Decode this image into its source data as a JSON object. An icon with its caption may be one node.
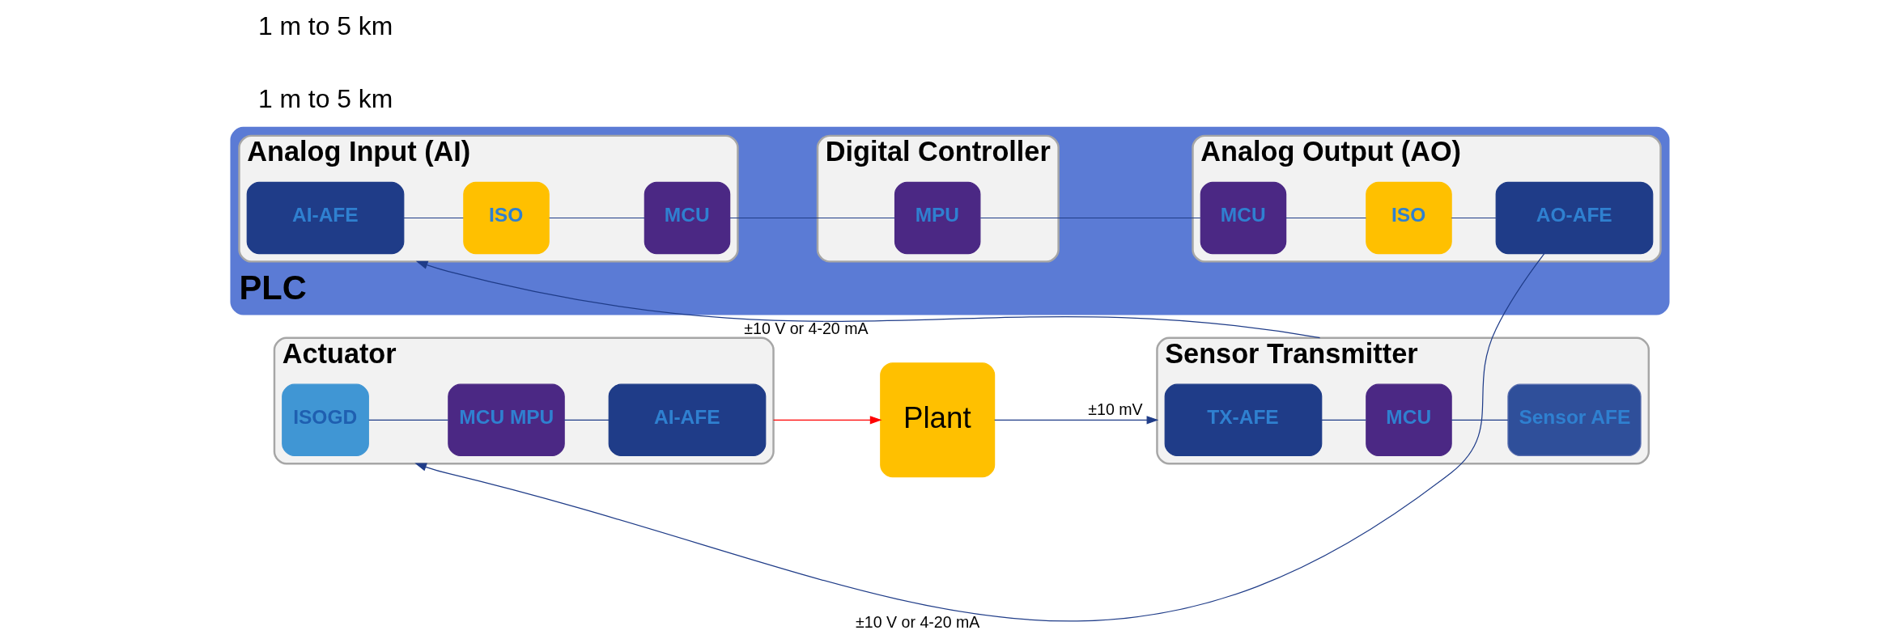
{
  "diagram": {
    "nodes": [
      {
        "text": [
          "PLC"
        ]
      },
      {
        "text": [
          "Analog Input (AI)"
        ],
        "in": 0
      },
      {
        "text": [
          "AI-AFE"
        ],
        "in": 1
      },
      {
        "text": [
          "ISO"
        ],
        "in": 1
      },
      {
        "text": [
          "MCU"
        ],
        "in": 1
      },
      {
        "text": [
          "Digital Controller"
        ],
        "in": 0
      },
      {
        "text": [
          "MPU"
        ],
        "in": 5
      },
      {
        "text": [
          "Analog Output (AO)"
        ],
        "in": 0
      },
      {
        "text": [
          "MCU"
        ],
        "in": 7
      },
      {
        "text": [
          "ISO"
        ],
        "in": 7
      },
      {
        "text": [
          "AO-AFE"
        ],
        "in": 7
      },
      {
        "text": [
          "Sensor Transmitter"
        ]
      },
      {
        "text": [
          "TX-AFE"
        ],
        "in": 11
      },
      {
        "text": [
          "MCU"
        ],
        "in": 11
      },
      {
        "text": [
          "Sensor AFE"
        ],
        "in": 11
      },
      {
        "text": [
          "Plant"
        ]
      },
      {
        "text": [
          "Actuator"
        ]
      },
      {
        "text": [
          "ISOGD"
        ],
        "in": 16
      },
      {
        "text": [
          "MCU MPU"
        ],
        "in": 16
      },
      {
        "text": [
          "AI-AFE"
        ],
        "in": 16
      }
    ],
    "edges": [
      {
        "from": 2,
        "to": 3,
        "arrow": "none"
      },
      {
        "from": 3,
        "to": 4,
        "arrow": "none"
      },
      {
        "from": 4,
        "to": 6,
        "arrow": "none"
      },
      {
        "from": 6,
        "to": 8,
        "arrow": "none"
      },
      {
        "from": 8,
        "to": 9,
        "arrow": "none"
      },
      {
        "from": 9,
        "to": 10,
        "arrow": "none"
      },
      {
        "from": 10,
        "to": 16,
        "arrow": "to",
        "label": "±10 V or 4-20 mA"
      },
      {
        "from": 17,
        "to": 18,
        "arrow": "none"
      },
      {
        "from": 18,
        "to": 19,
        "arrow": "none"
      },
      {
        "from": 16,
        "to": 15,
        "arrow": "to",
        "color": "#ff0000"
      },
      {
        "from": 15,
        "to": 11,
        "arrow": "to",
        "label": "±10 mV"
      },
      {
        "from": 12,
        "to": 13,
        "arrow": "none"
      },
      {
        "from": 13,
        "to": 14,
        "arrow": "none"
      },
      {
        "from": 11,
        "to": 1,
        "arrow": "to",
        "label": "±10 V or 4-20 mA"
      }
    ],
    "labels": [
      "1 m to 5 km",
      "1 m to 5 km"
    ]
  }
}
